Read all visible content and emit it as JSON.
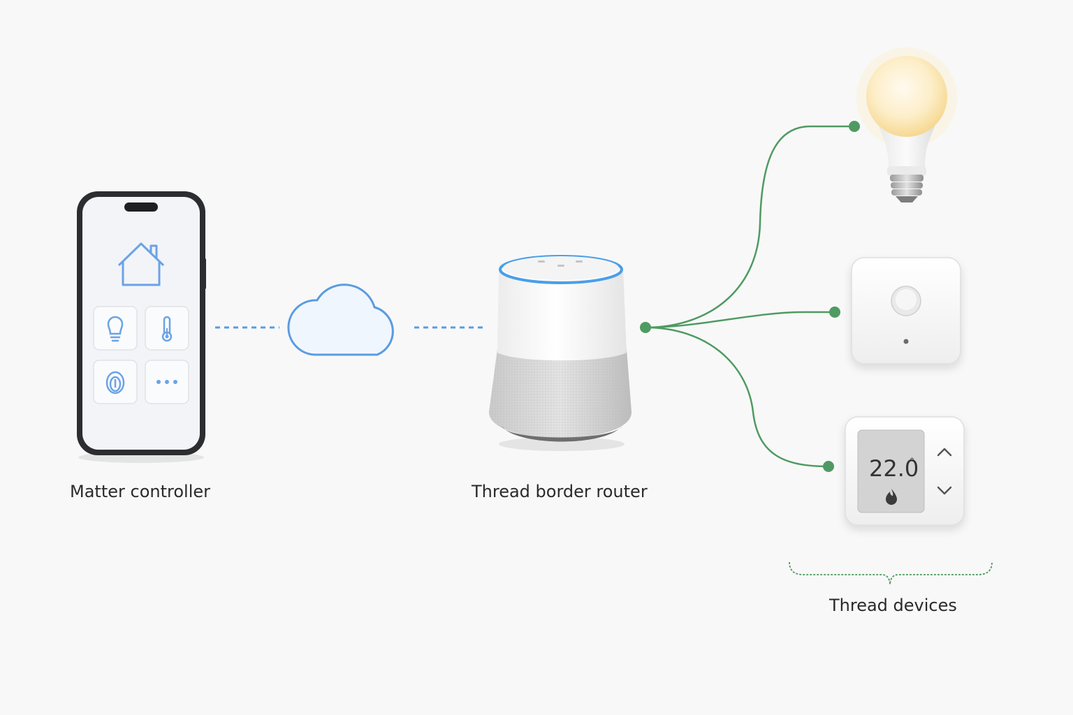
{
  "labels": {
    "controller": "Matter controller",
    "router": "Thread border router",
    "devices": "Thread devices"
  },
  "thermostat": {
    "temperature": "22.0",
    "degree": "°"
  },
  "icons": {
    "phone_home": "home-icon",
    "tile_1": "lightbulb-icon",
    "tile_2": "thermometer-icon",
    "tile_3": "lock-icon",
    "tile_4": "more-dots-icon",
    "network": "cloud-icon",
    "router": "smart-speaker-icon",
    "device_1": "light-bulb-icon",
    "device_2": "motion-sensor-icon",
    "device_3": "thermostat-icon",
    "thermostat_mode": "flame-icon",
    "thermostat_up": "chevron-up-icon",
    "thermostat_down": "chevron-down-icon"
  },
  "colors": {
    "phone_ui_accent": "#5b9be0",
    "wifi_link": "#5b9be0",
    "thread_link": "#4f9a62",
    "speaker_ring": "#4a9fe8",
    "bulb_glow": "#fde7b0"
  }
}
